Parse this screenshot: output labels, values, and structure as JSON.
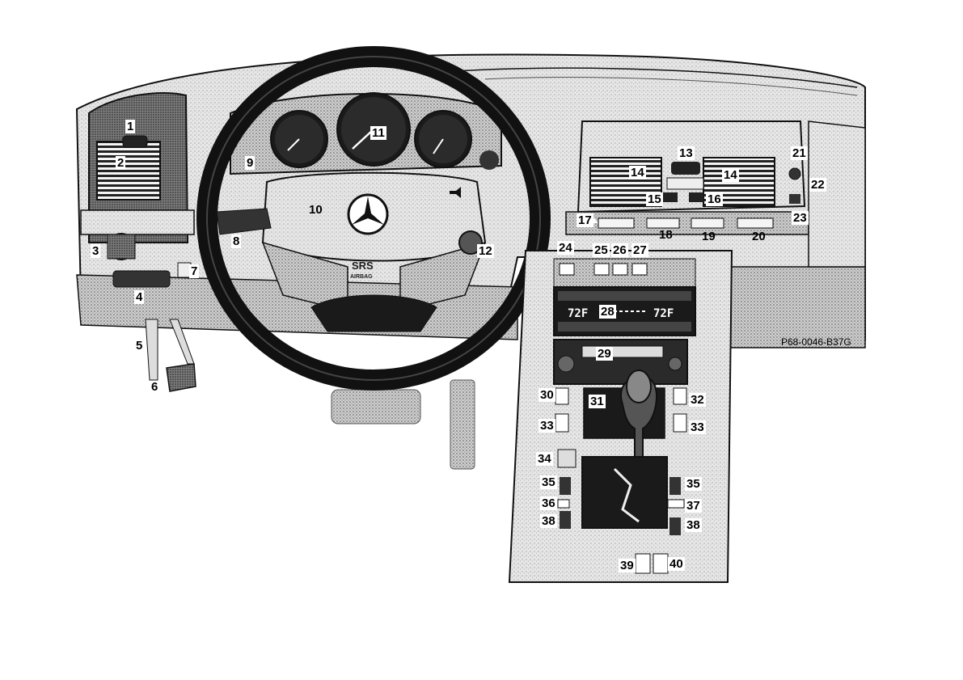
{
  "figure_code": "P68-0046-B37G",
  "srs_text": "SRS",
  "airbag_text": "AIRBAG",
  "climate_temp_left": "72F",
  "climate_temp_right": "72F",
  "callouts": [
    "1",
    "2",
    "3",
    "4",
    "5",
    "6",
    "7",
    "8",
    "9",
    "10",
    "11",
    "12",
    "13",
    "14",
    "14",
    "15",
    "16",
    "17",
    "18",
    "19",
    "20",
    "21",
    "22",
    "23",
    "24",
    "25",
    "26",
    "27",
    "28",
    "29",
    "30",
    "31",
    "32",
    "33",
    "33",
    "34",
    "35",
    "35",
    "36",
    "37",
    "38",
    "38",
    "39",
    "40"
  ],
  "colors": {
    "ink": "#111111",
    "paper": "#ffffff",
    "stipple": "#9a9a9a",
    "dark": "#2a2a2a"
  }
}
